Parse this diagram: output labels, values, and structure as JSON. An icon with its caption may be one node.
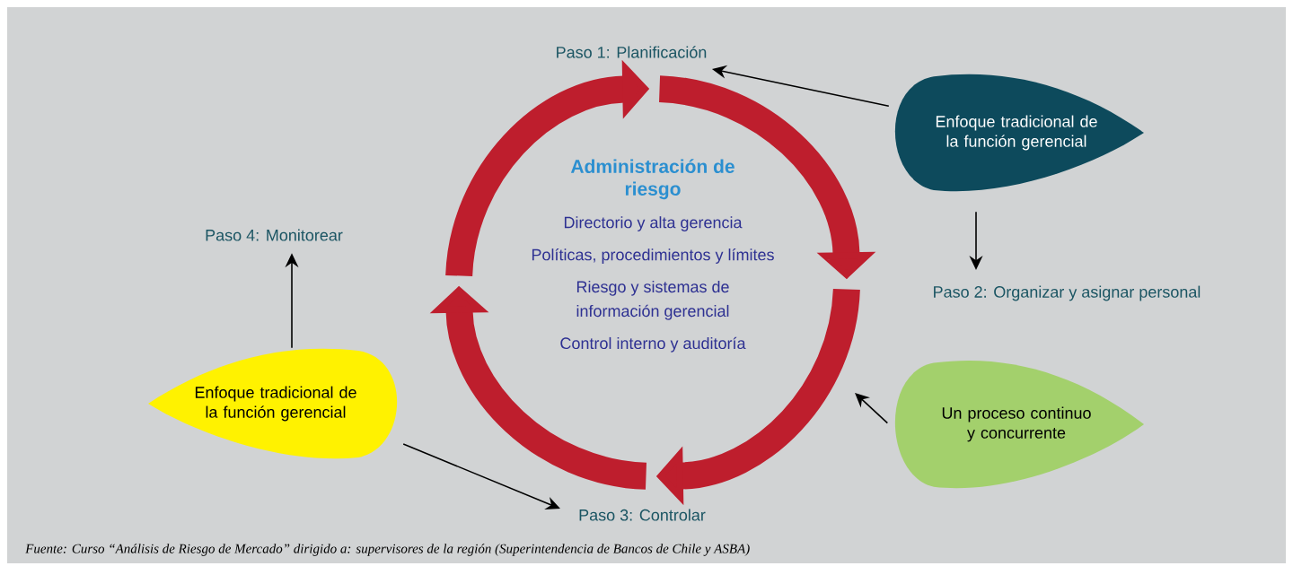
{
  "diagram": {
    "caption": "Fuente: Curso “Análisis de Riesgo de Mercado” dirigido a: supervisores de la región (Superintendencia de Bancos de Chile y ASBA)",
    "nodes": [
      {
        "text": [
          "Paso 1: Planificación"
        ]
      },
      {
        "text": [
          "Enfoque tradicional de la función gerencial"
        ]
      },
      {
        "text": [
          "Paso 2: Organizar y asignar personal"
        ]
      },
      {
        "text": [
          "Paso 4: Monitorear"
        ]
      },
      {
        "text": [
          "Administración de riesgo",
          "Directorio y alta gerencia",
          "Políticas, procedimientos y límites",
          "Riesgo y sistemas de información gerencial",
          "Control interno y auditoría"
        ]
      },
      {
        "text": [
          "Enfoque tradicional de la función gerencial"
        ]
      },
      {
        "text": [
          "Un proceso continuo y concurrente"
        ]
      },
      {
        "text": [
          "Paso 3: Controlar"
        ]
      }
    ],
    "edges": [
      {
        "from": 1,
        "to": 0,
        "arrow": "to"
      },
      {
        "from": 1,
        "to": 2,
        "arrow": "to"
      },
      {
        "from": 6,
        "to": null,
        "arrow": "to"
      },
      {
        "from": 5,
        "to": 3,
        "arrow": "to"
      },
      {
        "from": 5,
        "to": 7,
        "arrow": "to"
      }
    ]
  }
}
